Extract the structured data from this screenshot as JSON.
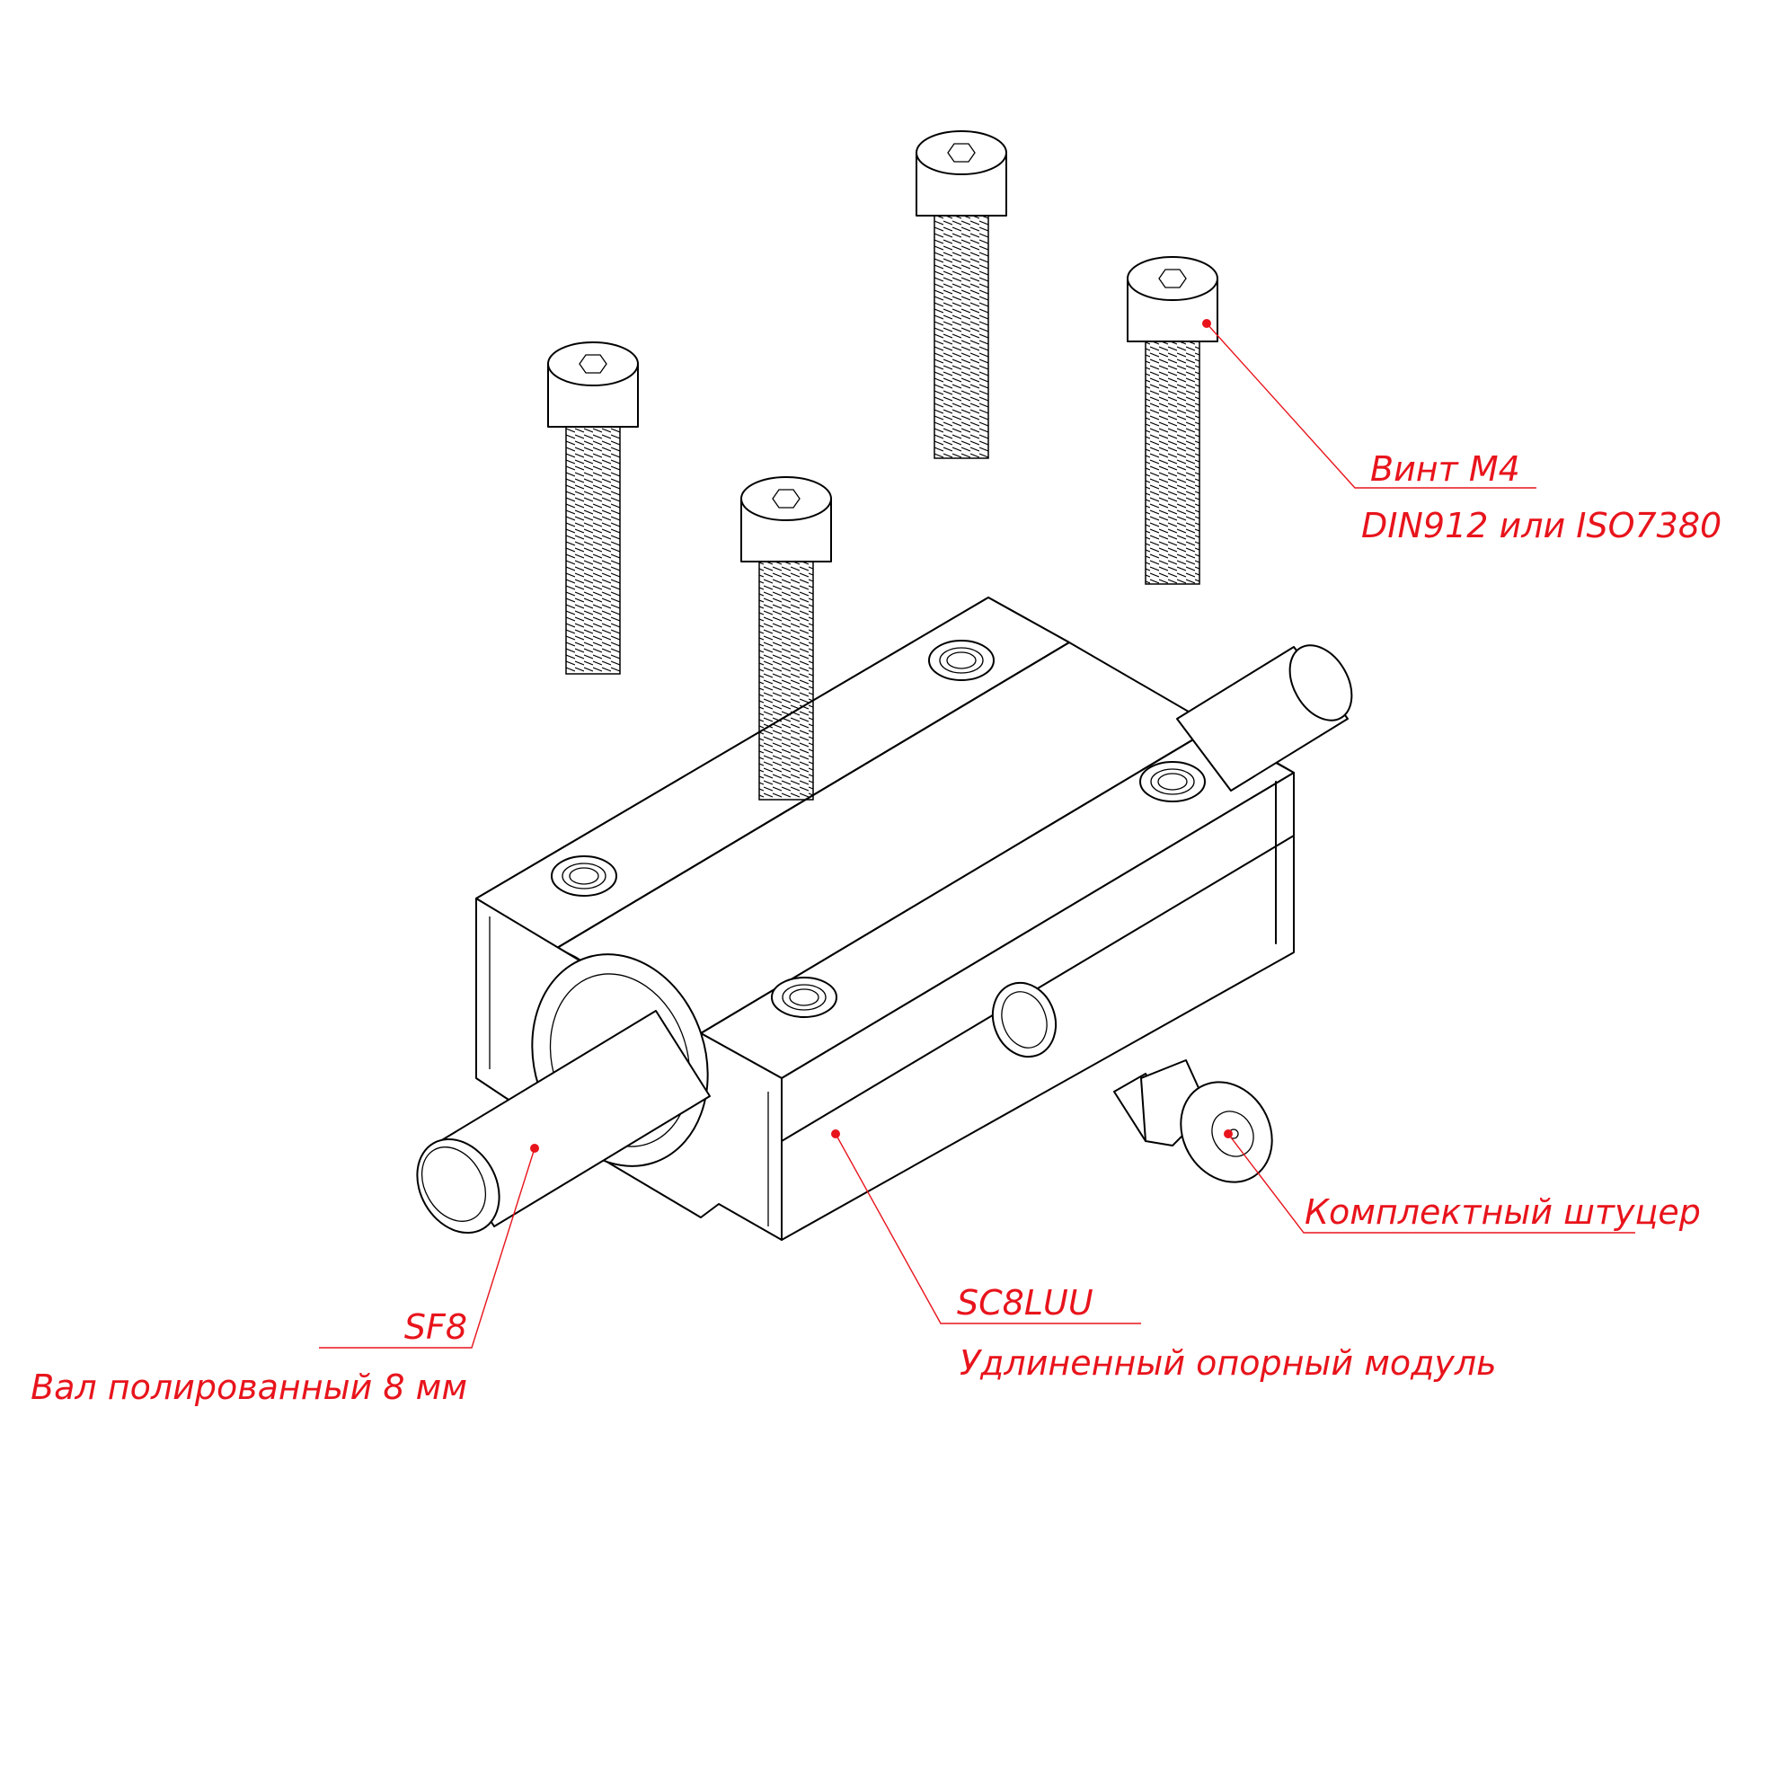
{
  "labels": {
    "screw_title": "Винт М4",
    "screw_sub": "DIN912 или ISO7380",
    "fitting": "Комплектный штуцер",
    "module_title": "SC8LUU",
    "module_sub": "Удлиненный опорный модуль",
    "shaft_title": "SF8",
    "shaft_sub": "Вал полированный 8 мм"
  },
  "colors": {
    "annotation": "#e8141c",
    "line": "#000000",
    "background": "#ffffff"
  }
}
